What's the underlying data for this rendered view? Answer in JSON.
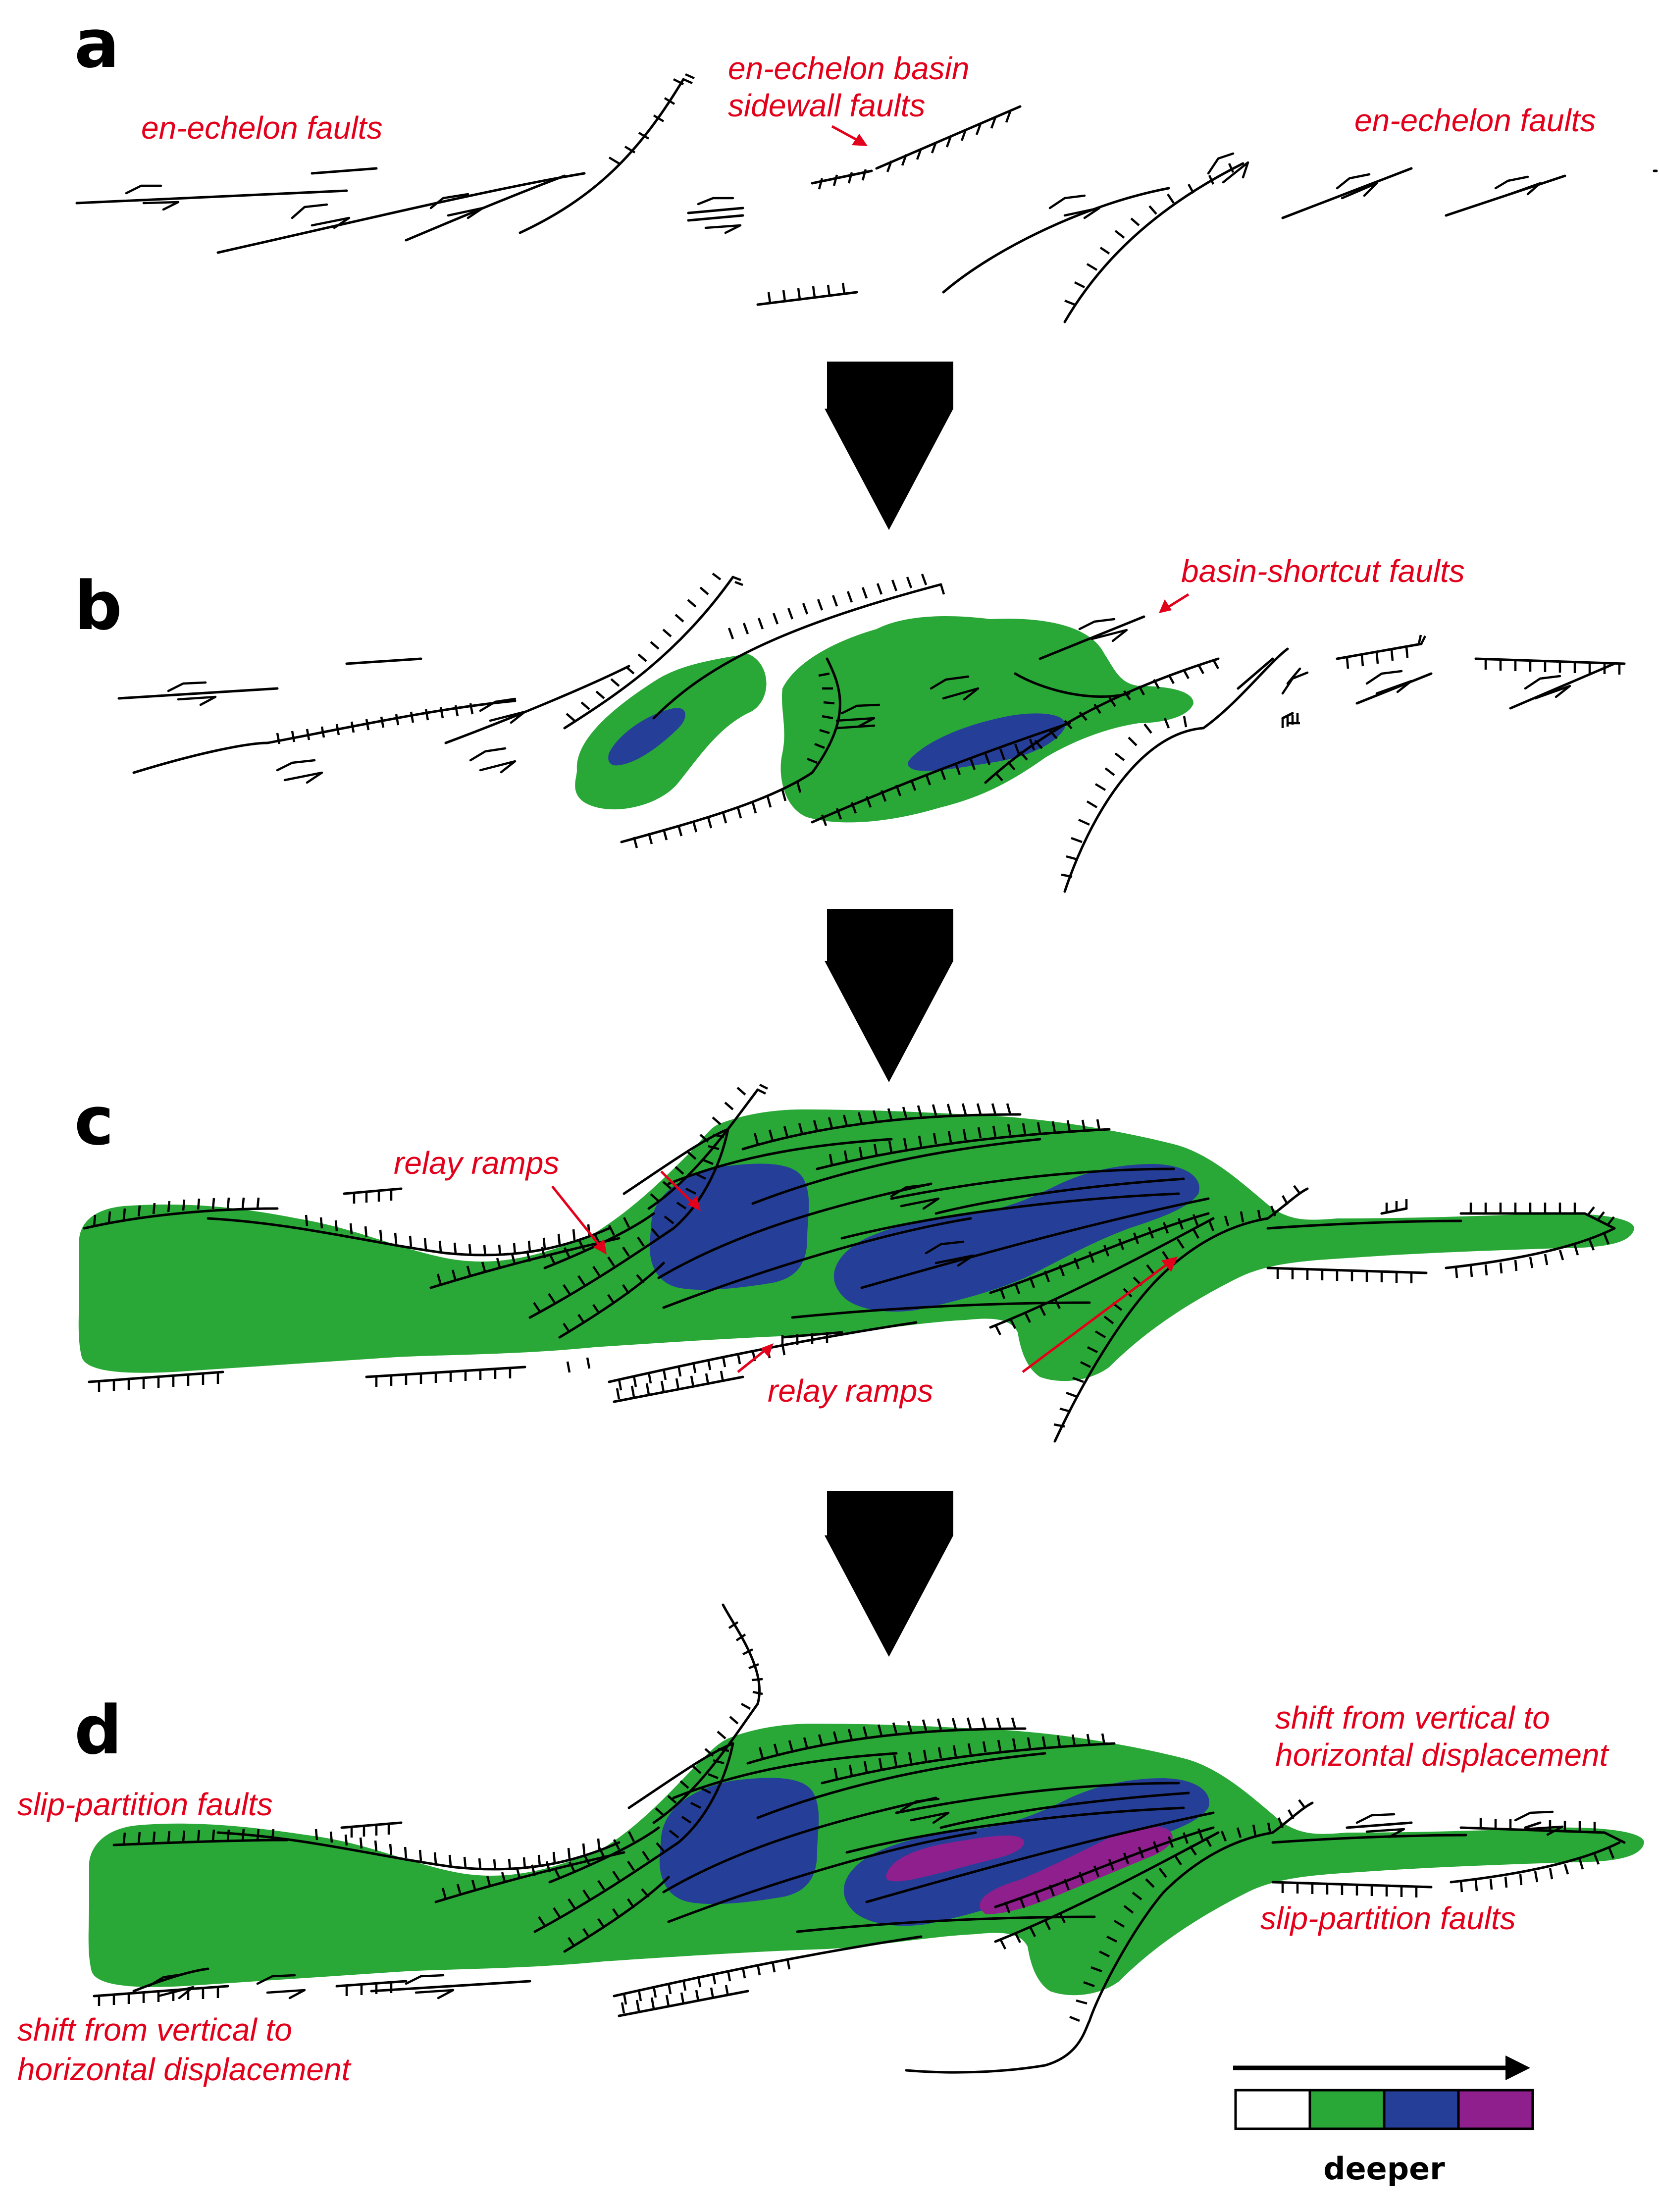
{
  "panels": [
    {
      "id": "a",
      "label": "a"
    },
    {
      "id": "b",
      "label": "b"
    },
    {
      "id": "c",
      "label": "c"
    },
    {
      "id": "d",
      "label": "d"
    }
  ],
  "annotations": {
    "a_left": "en-echelon faults",
    "a_mid_1": "en-echelon basin",
    "a_mid_2": "sidewall faults",
    "a_right": "en-echelon faults",
    "b_shortcut": "basin-shortcut faults",
    "c_relay_top": "relay ramps",
    "c_relay_bottom": "relay ramps",
    "d_slip_left": "slip-partition faults",
    "d_shift_right_1": "shift from vertical to",
    "d_shift_right_2": "horizontal displacement",
    "d_slip_right": "slip-partition faults",
    "d_shift_left_1": "shift from vertical to",
    "d_shift_left_2": "horizontal displacement"
  },
  "legend": {
    "label": "deeper",
    "swatches": [
      "#ffffff",
      "#2aa837",
      "#253f99",
      "#8e1f8c"
    ]
  },
  "colors": {
    "annotation": "#e3001b",
    "basin_shallow": "#2aa837",
    "basin_deep": "#253f99",
    "basin_deepest": "#8e1f8c",
    "fault": "#000000"
  }
}
